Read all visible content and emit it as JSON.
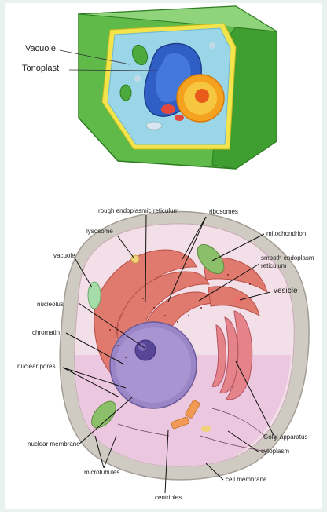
{
  "plant_cell": {
    "labels": {
      "vacuole": "Vacuole",
      "tonoplast": "Tonoplast"
    }
  },
  "animal_cell": {
    "labels": {
      "rough_er": "rough endoplasmic reticulum",
      "ribosomes": "ribosomes",
      "lysosome": "lysosome",
      "mitochondrion": "mitochondrion",
      "vacuole": "vacuole",
      "smooth_er_1": "smooth endoplasm",
      "smooth_er_2": "reticulum",
      "vesicle": "vesicle",
      "nucleolus": "nucleolus",
      "chromatin": "chromatin",
      "nuclear_pores": "nuclear pores",
      "golgi": "Golgi apparatus",
      "nuclear_membrane": "nuclear membrane",
      "cytoplasm": "cytoplasm",
      "cell_membrane": "cell membrane",
      "microtubules": "microtubules",
      "centrioles": "centrioles"
    }
  }
}
